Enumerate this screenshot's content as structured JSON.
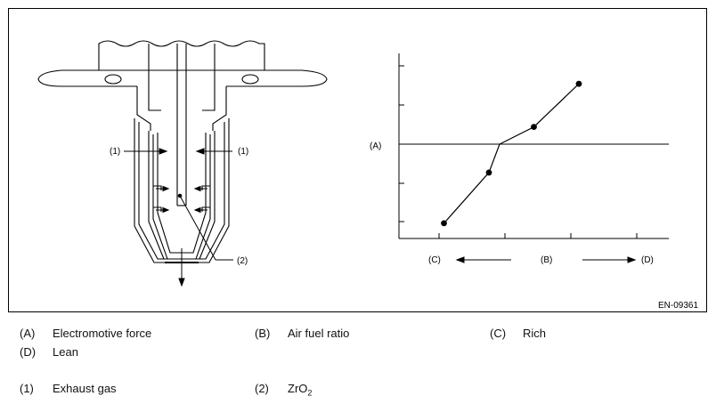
{
  "figure": {
    "code": "EN-09361",
    "sensor_labels": {
      "exhaust_left": "(1)",
      "exhaust_right": "(1)",
      "zro2": "(2)"
    },
    "graph_labels": {
      "y": "(A)",
      "rich": "(C)",
      "ratio": "(B)",
      "lean": "(D)"
    }
  },
  "legend": {
    "A": {
      "key": "(A)",
      "text": "Electromotive force"
    },
    "B": {
      "key": "(B)",
      "text": "Air fuel ratio"
    },
    "C": {
      "key": "(C)",
      "text": "Rich"
    },
    "D": {
      "key": "(D)",
      "text": "Lean"
    },
    "n1": {
      "key": "(1)",
      "text": "Exhaust gas"
    },
    "n2": {
      "key": "(2)",
      "text_main": "ZrO",
      "text_sub": "2"
    }
  },
  "chart_data": {
    "type": "line",
    "title": "",
    "xlabel": "(B)",
    "ylabel": "(A)",
    "x_direction": [
      "(C)",
      "(D)"
    ],
    "points": [
      [
        1,
        0
      ],
      [
        2,
        2
      ],
      [
        3,
        3.8
      ],
      [
        4,
        5.5
      ]
    ],
    "x_ticks": 4,
    "y_ticks": 5,
    "reference_line": "(A)",
    "grid": false
  }
}
